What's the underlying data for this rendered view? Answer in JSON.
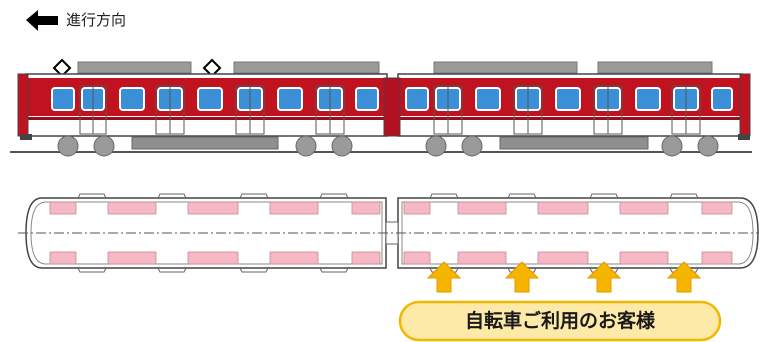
{
  "direction_label": "進行方向",
  "bicycle_label": "自転車ご利用のお客様",
  "colors": {
    "body_red": "#c1121f",
    "window_blue": "#3a8fd6",
    "seat_pink": "#f6b9c4",
    "arrow_orange": "#f5b400",
    "label_fill": "#fde9a8",
    "label_border": "#f0b800"
  },
  "icons": [
    "left-arrow-icon",
    "pantograph-icon",
    "up-arrow-icon"
  ],
  "bicycle_door_count": 4
}
